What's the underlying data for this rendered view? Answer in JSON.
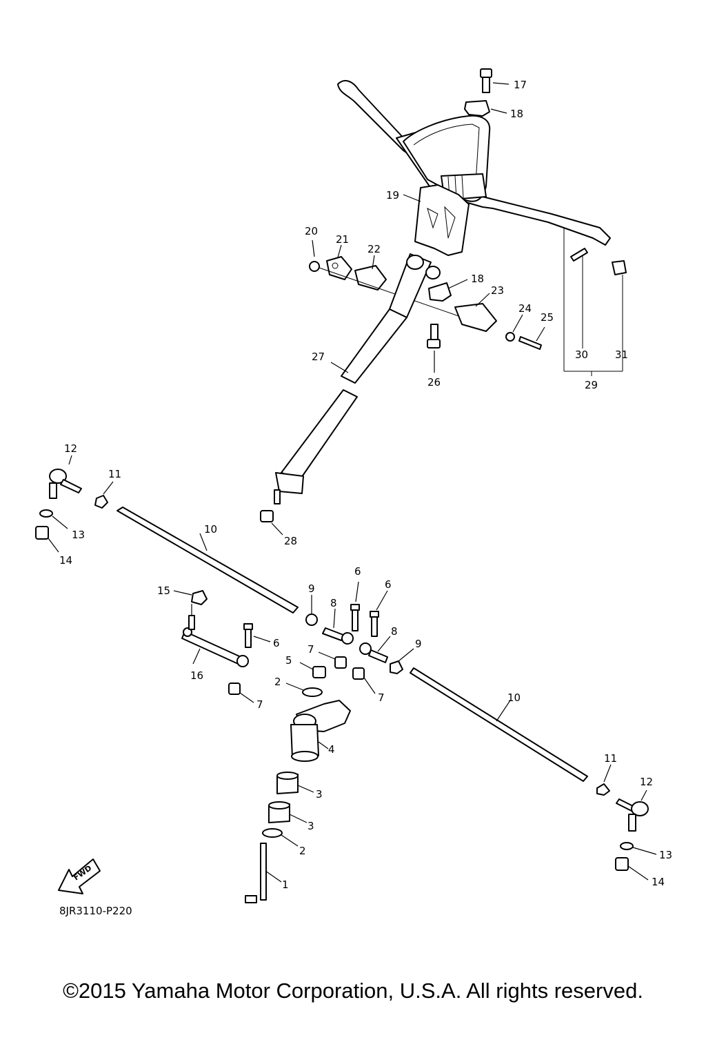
{
  "diagram": {
    "code": "8JR3110-P220",
    "fwd_label": "FWD",
    "callouts": {
      "c1": "1",
      "c2a": "2",
      "c2b": "2",
      "c3a": "3",
      "c3b": "3",
      "c4": "4",
      "c5": "5",
      "c6a": "6",
      "c6b": "6",
      "c6c": "6",
      "c7a": "7",
      "c7b": "7",
      "c7c": "7",
      "c8a": "8",
      "c8b": "8",
      "c9a": "9",
      "c9b": "9",
      "c10a": "10",
      "c10b": "10",
      "c11a": "11",
      "c11b": "11",
      "c12a": "12",
      "c12b": "12",
      "c13a": "13",
      "c13b": "13",
      "c14a": "14",
      "c14b": "14",
      "c15": "15",
      "c16": "16",
      "c17": "17",
      "c18a": "18",
      "c18b": "18",
      "c19": "19",
      "c20": "20",
      "c21": "21",
      "c22": "22",
      "c23": "23",
      "c24": "24",
      "c25": "25",
      "c26": "26",
      "c27": "27",
      "c28": "28",
      "c29": "29",
      "c30": "30",
      "c31": "31"
    }
  },
  "footer": {
    "copyright": "©2015 Yamaha Motor Corporation, U.S.A. All rights reserved."
  }
}
